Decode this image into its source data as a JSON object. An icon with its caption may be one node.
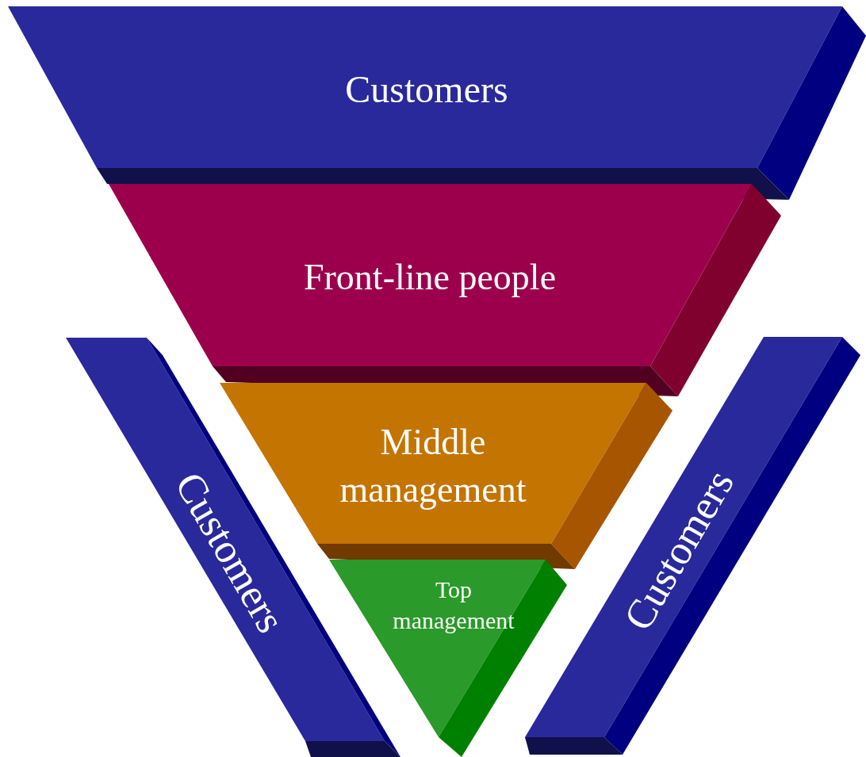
{
  "diagram": {
    "nodes": [
      {
        "text": [
          "Customers"
        ]
      },
      {
        "text": [
          "Front-line people"
        ]
      },
      {
        "text": [
          "Middle management"
        ]
      },
      {
        "text": [
          "Top management"
        ]
      },
      {
        "text": [
          "Customers"
        ]
      },
      {
        "text": [
          "Customers"
        ]
      }
    ]
  }
}
